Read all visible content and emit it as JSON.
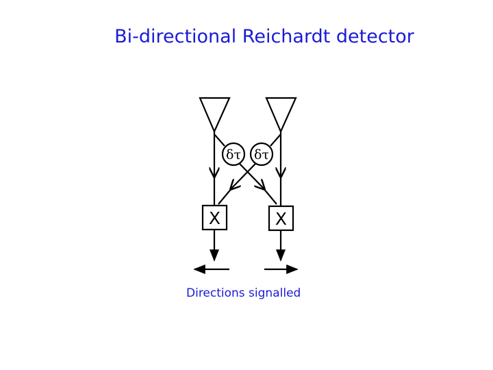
{
  "title": "Bi-directional Reichardt detector",
  "caption": "Directions signalled",
  "diagram": {
    "delay_left_label": "δτ",
    "delay_right_label": "δτ",
    "multiplier_left_label": "X",
    "multiplier_right_label": "X"
  },
  "colors": {
    "text": "#1a1ad6",
    "lines": "#000000"
  }
}
